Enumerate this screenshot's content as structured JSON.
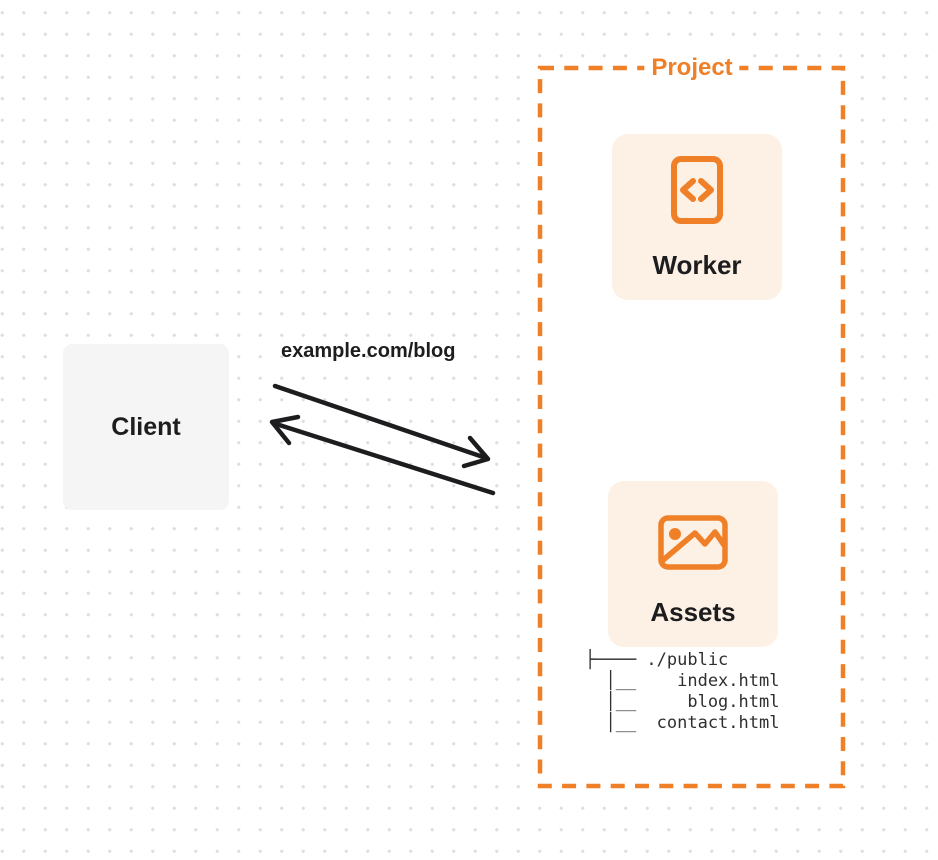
{
  "client": {
    "label": "Client"
  },
  "request": {
    "label": "example.com/blog"
  },
  "project": {
    "label": "Project",
    "worker": {
      "label": "Worker",
      "icon": "code-icon"
    },
    "assets": {
      "label": "Assets",
      "icon": "image-icon"
    },
    "file_tree": [
      "├──── ./public",
      "  │__    index.html",
      "  │__     blog.html",
      "  │__  contact.html"
    ]
  },
  "colors": {
    "accent": "#F08028",
    "card_bg": "#FCF1E4",
    "client_bg": "#F5F5F6",
    "text_dark": "#1D1D1F",
    "tree_text": "#2F2F2F",
    "arrow": "#1D1D1F",
    "dot_grid": "#DFDFE3"
  }
}
